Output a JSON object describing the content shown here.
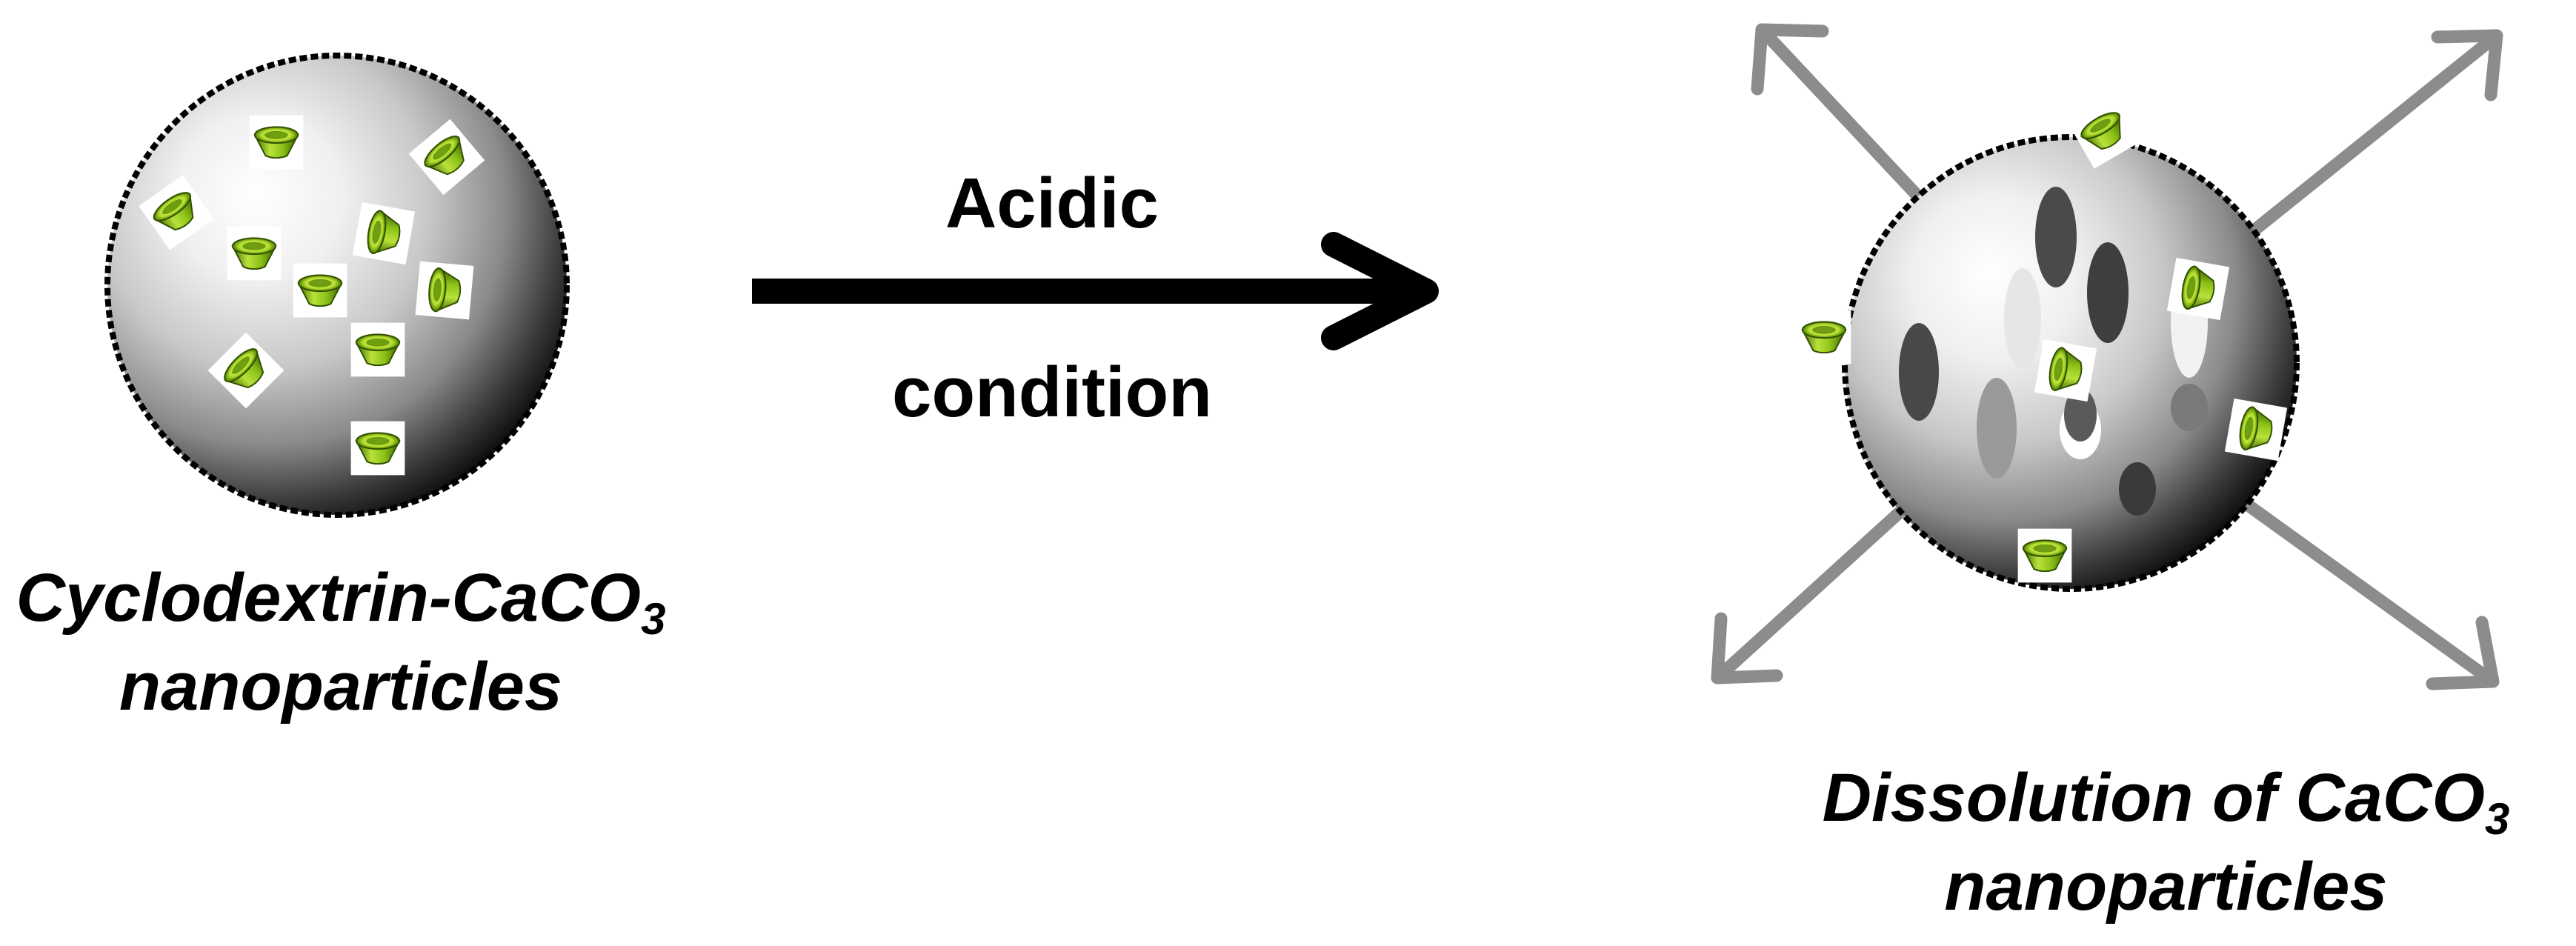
{
  "reaction": {
    "condition_line1": "Acidic",
    "condition_line2": "condition"
  },
  "left_particle": {
    "caption_line1_main": "Cyclodextrin-CaCO",
    "caption_line1_sub": "3",
    "caption_line2": "nanoparticles"
  },
  "right_particle": {
    "caption_line1_main": "Dissolution of CaCO",
    "caption_line1_sub": "3",
    "caption_line2": "nanoparticles"
  },
  "colors": {
    "sphere_highlight": "#ffffff",
    "sphere_shadow": "#000000",
    "cyclodextrin_green": "#9acd1a",
    "cyclodextrin_dark": "#4e7a05",
    "release_arrow": "#8c8c8c",
    "reaction_arrow": "#000000"
  }
}
